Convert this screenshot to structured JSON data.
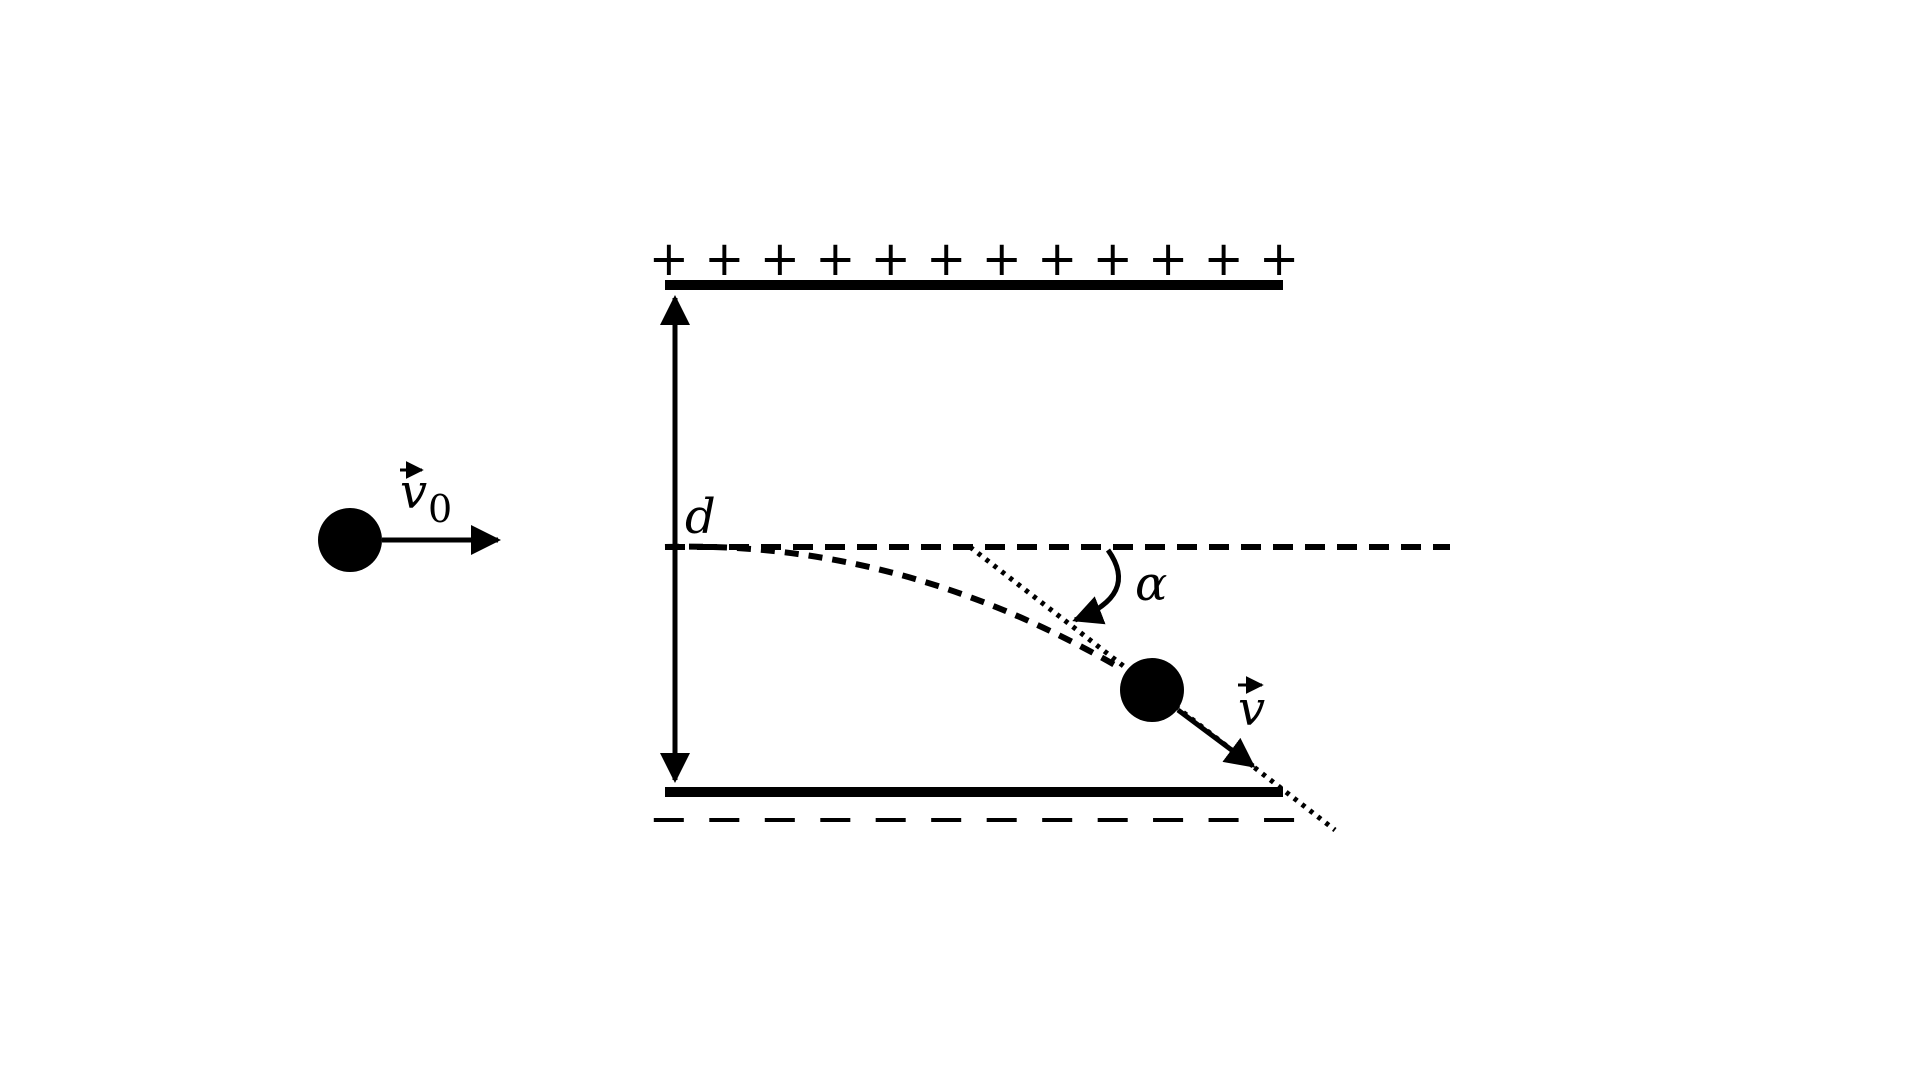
{
  "labels": {
    "v0_symbol": "v",
    "v0_subscript": "0",
    "d": "d",
    "alpha": "α",
    "v": "v"
  },
  "charges": {
    "top": "+ + + + + + + + + + + +",
    "bottom": "− − − − − − − − − − − −"
  }
}
